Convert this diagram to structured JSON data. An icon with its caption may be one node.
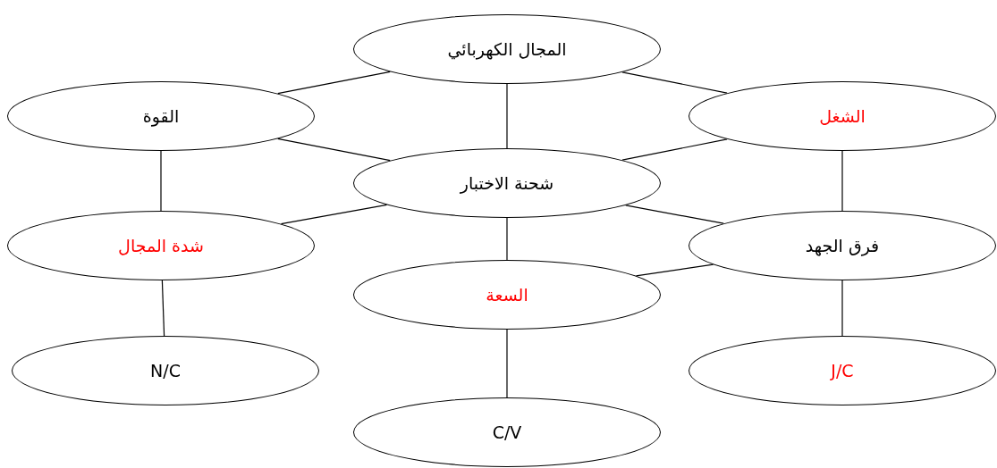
{
  "diagram": {
    "nodes": [
      {
        "text": [
          "المجال الكهربائي"
        ]
      },
      {
        "text": [
          "القوة"
        ]
      },
      {
        "text": [
          "الشغل"
        ]
      },
      {
        "text": [
          "شحنة الاختبار"
        ]
      },
      {
        "text": [
          "شدة المجال"
        ]
      },
      {
        "text": [
          "فرق الجهد"
        ]
      },
      {
        "text": [
          "السعة"
        ]
      },
      {
        "text": [
          "N/C"
        ]
      },
      {
        "text": [
          "J/C"
        ]
      },
      {
        "text": [
          "C/V"
        ]
      }
    ],
    "edges": [
      {
        "from": 0,
        "to": 1,
        "arrow": "none"
      },
      {
        "from": 0,
        "to": 2,
        "arrow": "none"
      },
      {
        "from": 0,
        "to": 3,
        "arrow": "none"
      },
      {
        "from": 1,
        "to": 3,
        "arrow": "none"
      },
      {
        "from": 2,
        "to": 3,
        "arrow": "none"
      },
      {
        "from": 1,
        "to": 4,
        "arrow": "none"
      },
      {
        "from": 2,
        "to": 5,
        "arrow": "none"
      },
      {
        "from": 3,
        "to": 4,
        "arrow": "none"
      },
      {
        "from": 3,
        "to": 5,
        "arrow": "none"
      },
      {
        "from": 3,
        "to": 6,
        "arrow": "none"
      },
      {
        "from": 5,
        "to": 6,
        "arrow": "none"
      },
      {
        "from": 4,
        "to": 7,
        "arrow": "none"
      },
      {
        "from": 5,
        "to": 8,
        "arrow": "none"
      },
      {
        "from": 6,
        "to": 9,
        "arrow": "none"
      }
    ]
  }
}
